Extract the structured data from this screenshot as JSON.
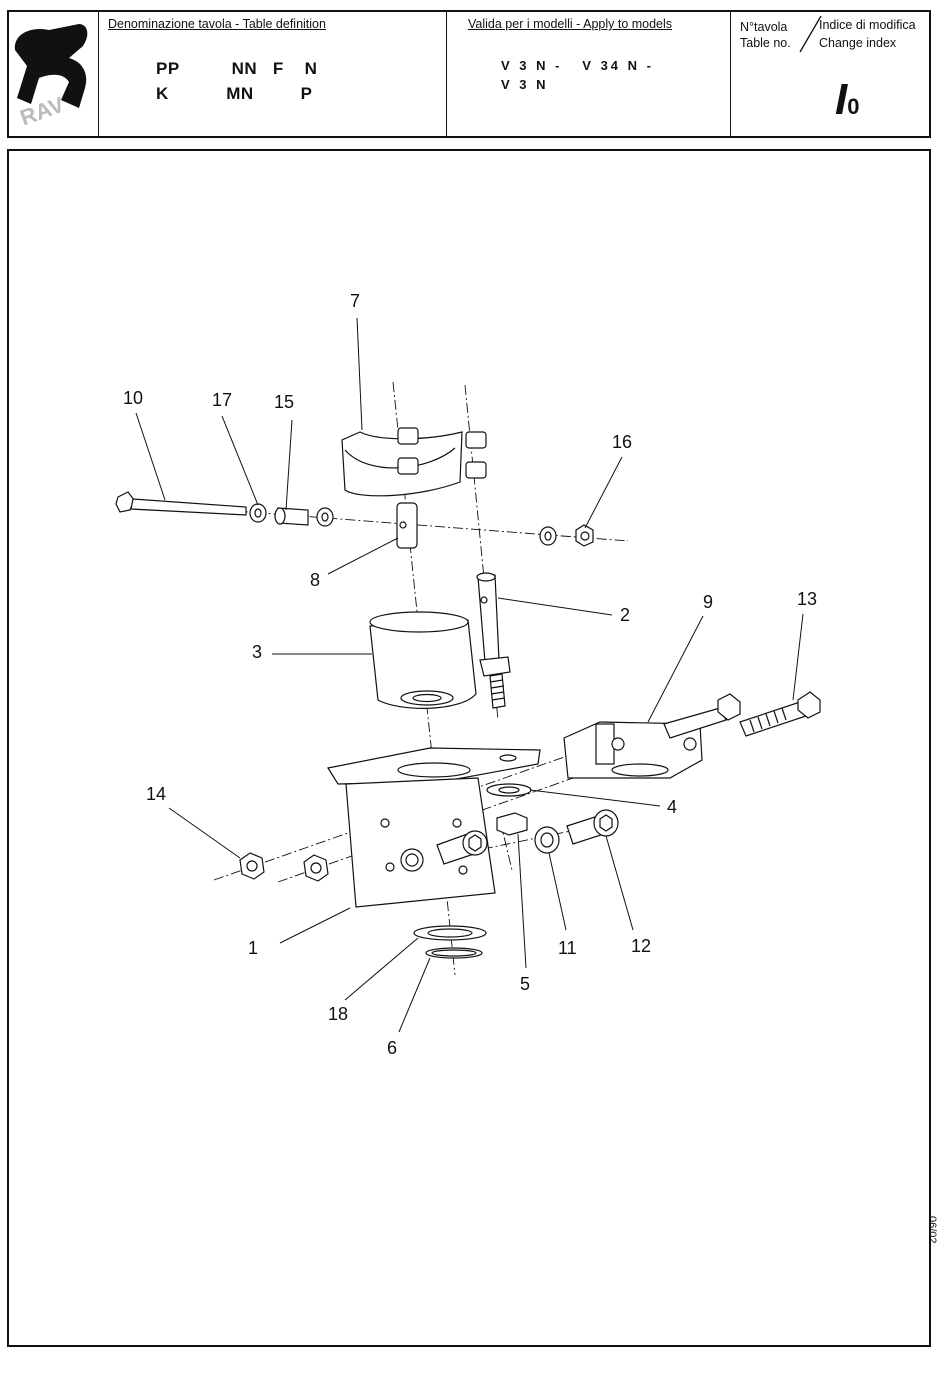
{
  "header": {
    "definition_caption": "Denominazione tavola - Table definition",
    "definition_line1": "PP          NN   F    N",
    "definition_line2": "K           MN         P",
    "models_caption": "Valida per i modelli - Apply to models",
    "models_line1": "V 3 N -   V 34 N -",
    "models_line2": "V 3 N",
    "table_no_label_it": "N°tavola",
    "table_no_label_en": "Table no.",
    "change_index_label_it": "Indice di modifica",
    "change_index_label_en": "Change index",
    "table_no_value": "I",
    "change_index_value": "0",
    "logo_text": "RAV"
  },
  "side_code": "06/02",
  "part_labels": [
    {
      "number": "1"
    },
    {
      "number": "2"
    },
    {
      "number": "3"
    },
    {
      "number": "4"
    },
    {
      "number": "5"
    },
    {
      "number": "6"
    },
    {
      "number": "7"
    },
    {
      "number": "8"
    },
    {
      "number": "9"
    },
    {
      "number": "10"
    },
    {
      "number": "11"
    },
    {
      "number": "12"
    },
    {
      "number": "13"
    },
    {
      "number": "14"
    },
    {
      "number": "15"
    },
    {
      "number": "16"
    },
    {
      "number": "17"
    },
    {
      "number": "18"
    }
  ]
}
